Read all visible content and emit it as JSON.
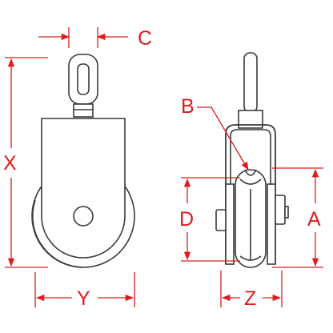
{
  "diagram": {
    "colors": {
      "outline": "#3a3a3a",
      "fill": "#ffffff",
      "dimension": "#e01b1b"
    },
    "labels": {
      "c": "C",
      "x": "X",
      "y": "Y",
      "b": "B",
      "d": "D",
      "a": "A",
      "z": "Z"
    }
  }
}
